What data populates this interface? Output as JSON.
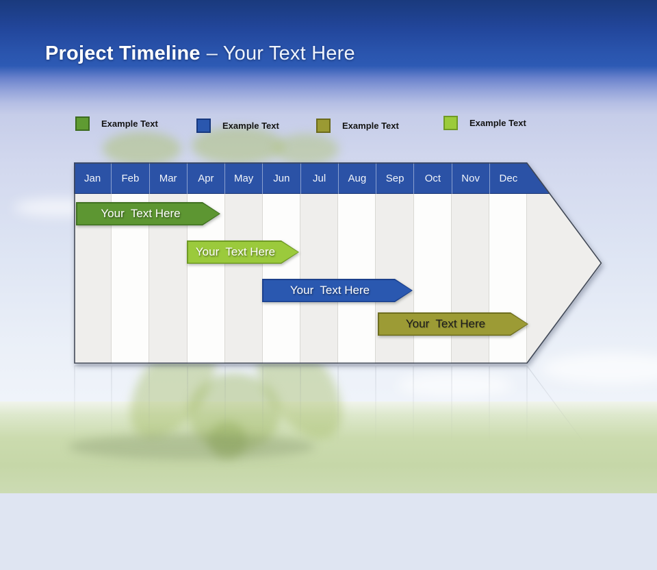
{
  "title": {
    "bold": "Project Timeline",
    "regular": "– Your Text Here"
  },
  "legend": {
    "items": [
      {
        "label": "Example Text",
        "color": "#5f9b32",
        "border": "#3c6b1f"
      },
      {
        "label": "Example Text",
        "color": "#2a57ae",
        "border": "#17387e"
      },
      {
        "label": "Example Text",
        "color": "#9b9a33",
        "border": "#6b6a1c"
      },
      {
        "label": "Example Text",
        "color": "#9bcb3b",
        "border": "#6f9a25"
      }
    ]
  },
  "timeline": {
    "months": [
      "Jan",
      "Feb",
      "Mar",
      "Apr",
      "May",
      "Jun",
      "Jul",
      "Aug",
      "Sep",
      "Oct",
      "Nov",
      "Dec"
    ],
    "header_color": "#2b52a6",
    "bars": [
      {
        "label": "Your  Text Here",
        "fill": "#5d9632",
        "border": "#3f7020",
        "text_color": "#ffffff",
        "from": "Jan",
        "to": "Apr"
      },
      {
        "label": "Your  Text Here",
        "fill": "#9bca3c",
        "border": "#6f9a25",
        "text_color": "#ffffff",
        "from": "Apr",
        "to": "Jun"
      },
      {
        "label": "Your  Text Here",
        "fill": "#2a58b0",
        "border": "#1a3f8c",
        "text_color": "#ffffff",
        "from": "Jun",
        "to": "Sep"
      },
      {
        "label": "Your  Text Here",
        "fill": "#9c9b35",
        "border": "#6e6e1e",
        "text_color": "#1a1a1a",
        "from": "Sep",
        "to": "Dec"
      }
    ]
  }
}
